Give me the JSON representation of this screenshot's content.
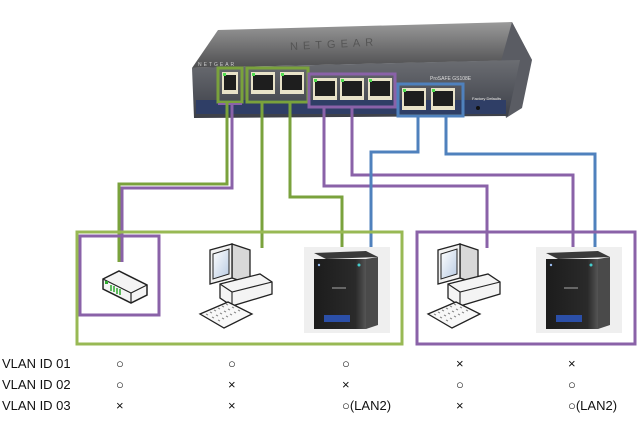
{
  "switch": {
    "brand": "NETGEAR",
    "model": "ProSAFE GS108E",
    "reset_label": "Factory Defaults"
  },
  "colors": {
    "vlan01": "#7aa23c",
    "vlan02": "#8a62a8",
    "vlan03": "#4f81bd"
  },
  "groups": [
    {
      "name": "vlan01-group",
      "color": "vlan01",
      "members": [
        "router",
        "pc-1",
        "nas-1"
      ]
    },
    {
      "name": "vlan02-group",
      "color": "vlan02",
      "members": [
        "pc-2",
        "nas-2"
      ]
    },
    {
      "name": "router-vlan02-group",
      "color": "vlan02",
      "members": [
        "router"
      ]
    }
  ],
  "devices": [
    {
      "id": "router",
      "type": "router-icon"
    },
    {
      "id": "pc-1",
      "type": "desktop-pc-icon"
    },
    {
      "id": "nas-1",
      "type": "nas-icon"
    },
    {
      "id": "pc-2",
      "type": "desktop-pc-icon"
    },
    {
      "id": "nas-2",
      "type": "nas-icon"
    }
  ],
  "vlan_table": {
    "rows": [
      {
        "label": "VLAN ID 01",
        "cells": [
          "○",
          "○",
          "○",
          "×",
          "×"
        ]
      },
      {
        "label": "VLAN ID 02",
        "cells": [
          "○",
          "×",
          "×",
          "○",
          "○"
        ]
      },
      {
        "label": "VLAN ID 03",
        "cells": [
          "×",
          "×",
          "○(LAN2)",
          "×",
          "○(LAN2)"
        ]
      }
    ]
  }
}
